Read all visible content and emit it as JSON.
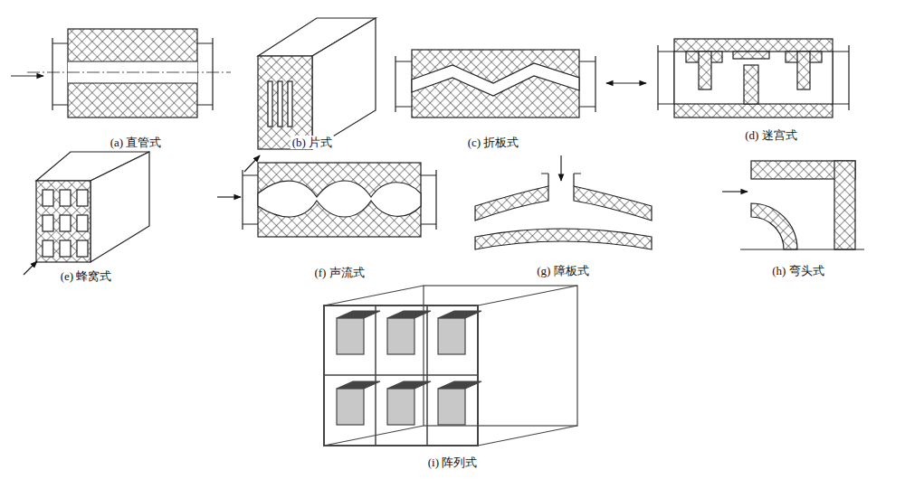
{
  "diagram": {
    "labels": [
      "(a) 直管式",
      "(b) 片式",
      "(c) 折板式",
      "(d) 迷宫式",
      "(e) 蜂窝式",
      "(f) 声流式",
      "(g) 障板式",
      "(h) 弯头式",
      "(i) 阵列式"
    ]
  }
}
